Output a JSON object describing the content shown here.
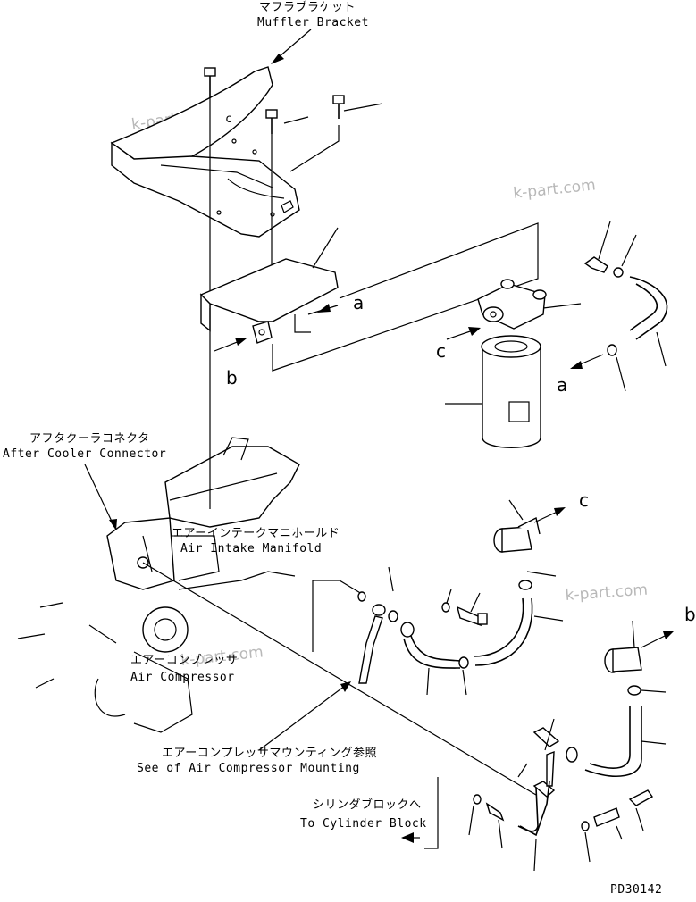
{
  "labels": {
    "muffler_bracket_jp": "マフラブラケット",
    "muffler_bracket_en": "Muffler Bracket",
    "after_cooler_jp": "アフタクーラコネクタ",
    "after_cooler_en": "After Cooler Connector",
    "air_intake_jp": "エアーインテークマニホールド",
    "air_intake_en": "Air Intake Manifold",
    "air_compressor_jp": "エアーコンプレッサ",
    "air_compressor_en": "Air Compressor",
    "see_mounting_jp": "エアーコンプレッサマウンティング参照",
    "see_mounting_en": "See of Air Compressor Mounting",
    "cylinder_block_jp": "シリンダブロックへ",
    "cylinder_block_en": "To Cylinder Block"
  },
  "refs": {
    "a": "a",
    "b": "b",
    "c": "c"
  },
  "watermark": "k-part.com",
  "figure_id": "PD30142"
}
